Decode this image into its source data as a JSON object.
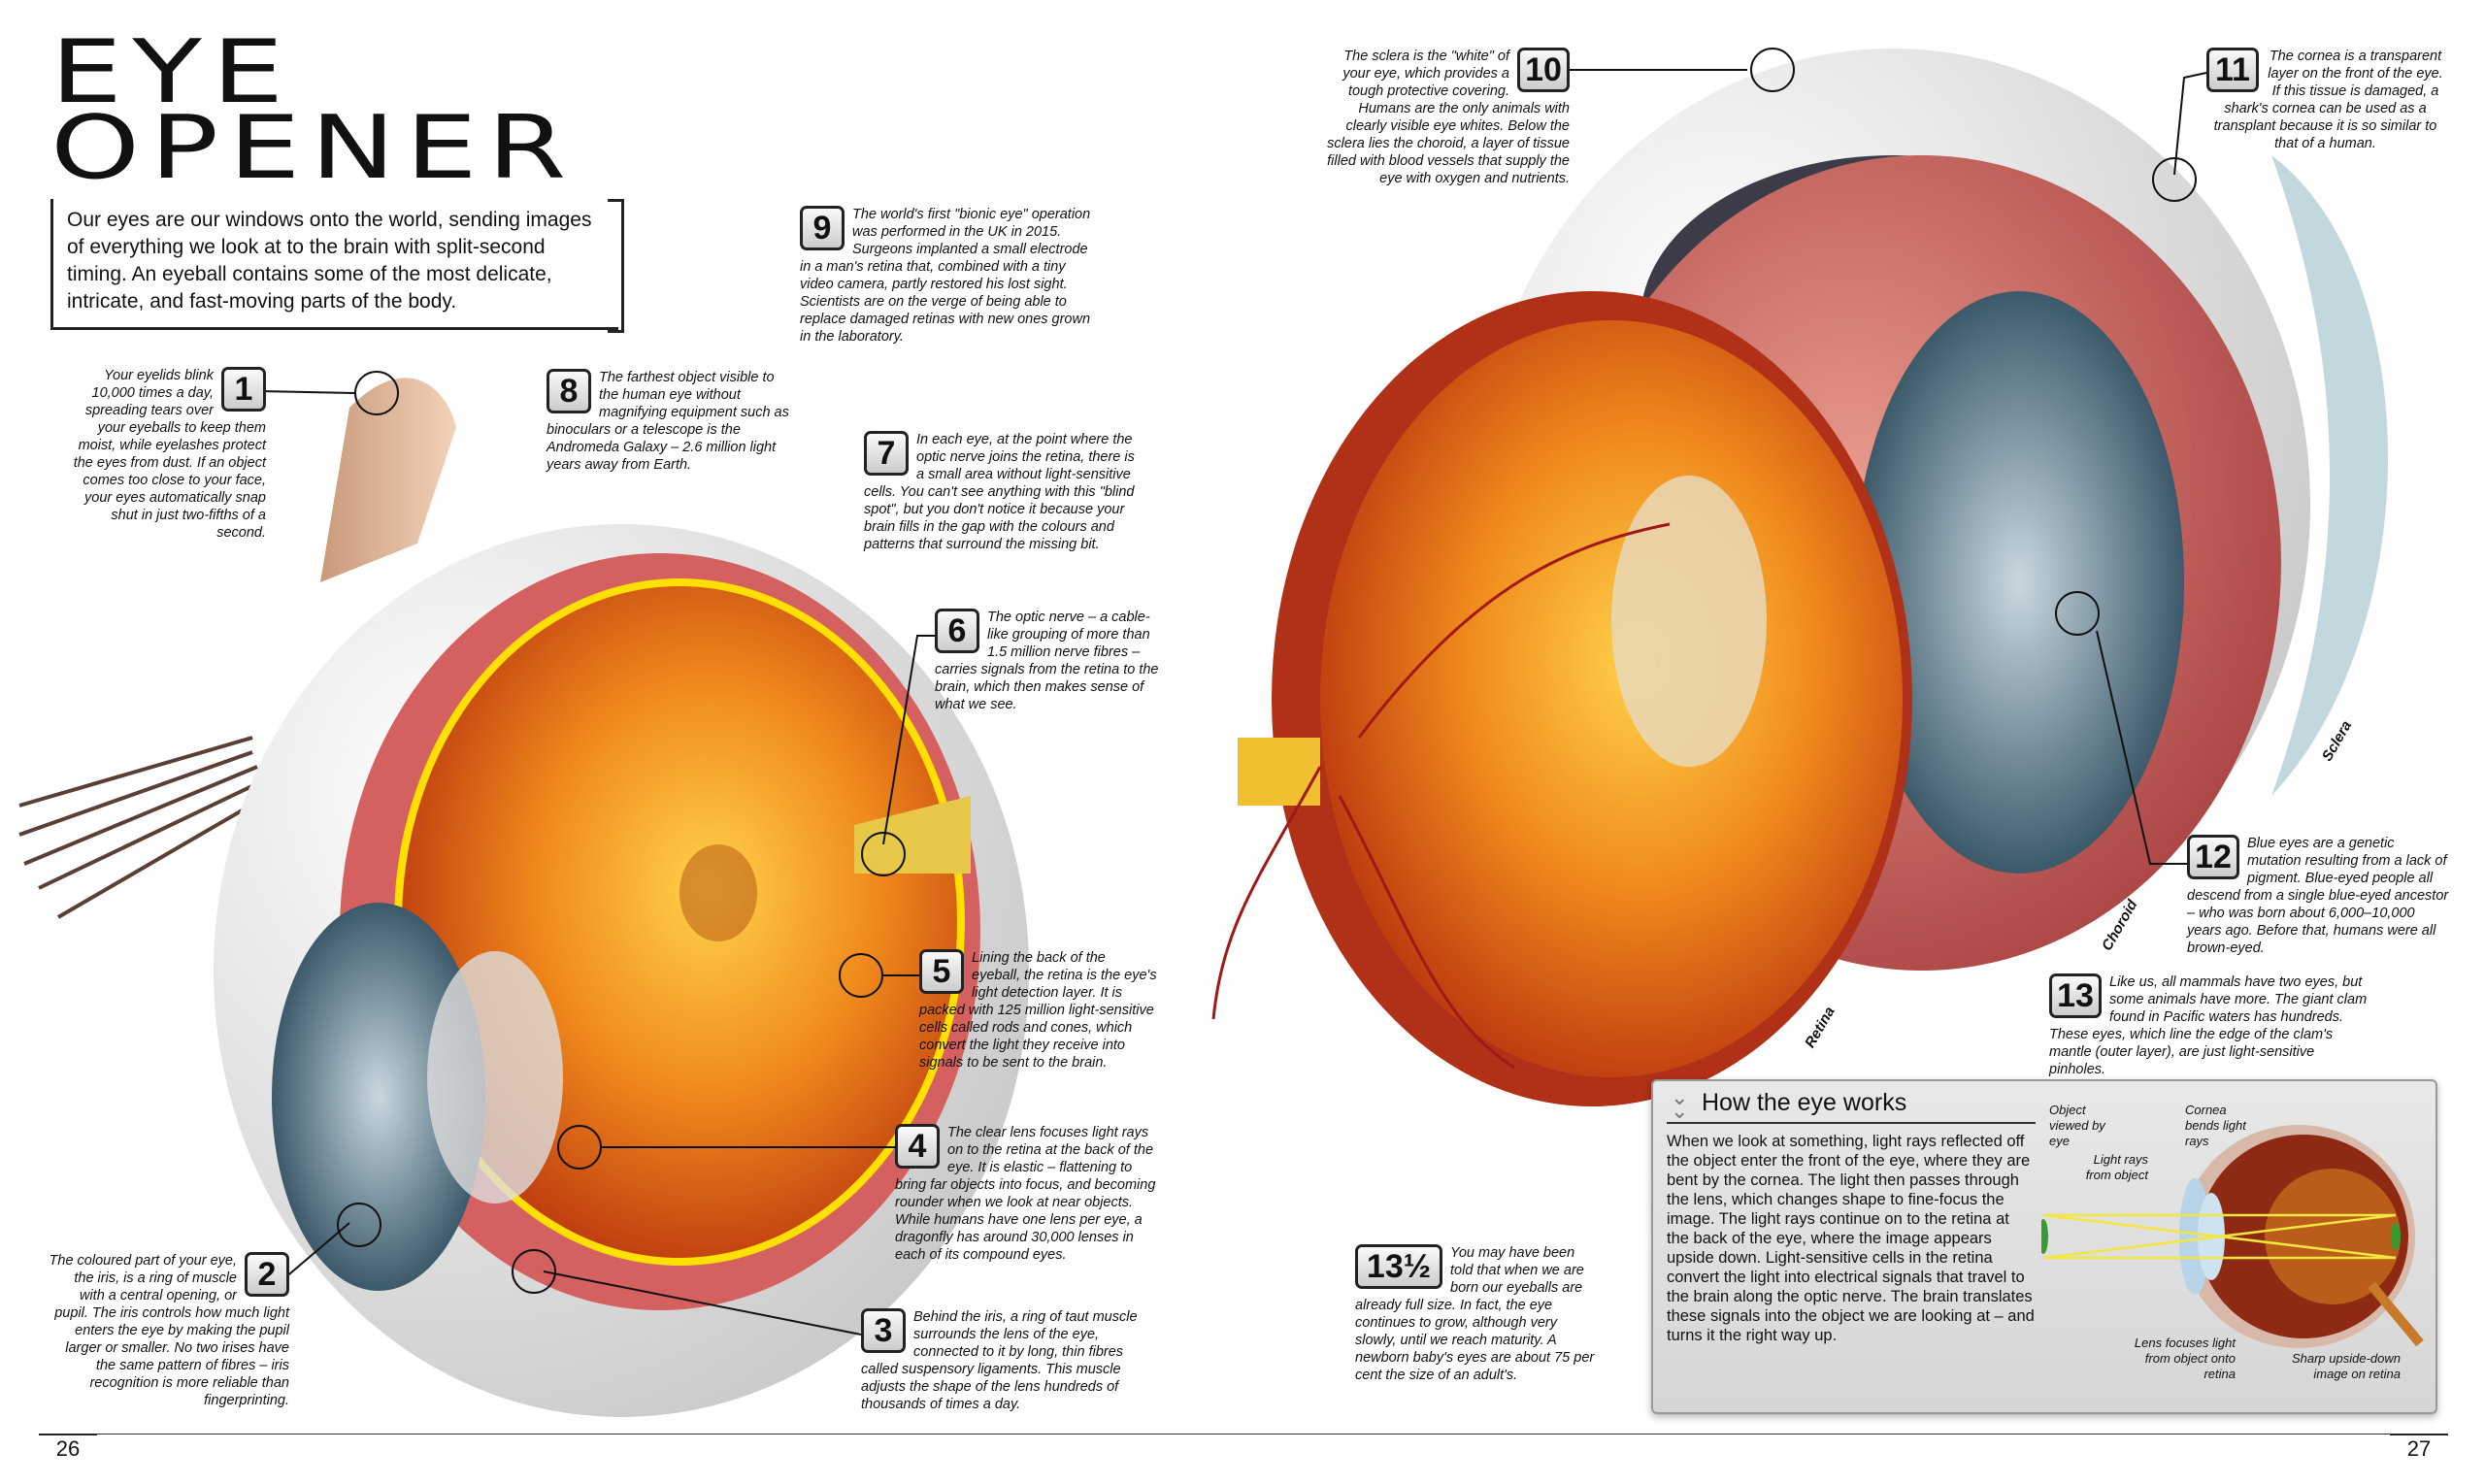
{
  "title": {
    "line1": "EYE",
    "line2": "OPENER"
  },
  "intro": "Our eyes are our windows onto the world, sending images of everything we look at to the brain with split-second timing. An eyeball contains some of the most delicate, intricate, and fast-moving parts of the body.",
  "facts": {
    "f1": {
      "num": "1",
      "text": "Your eyelids blink 10,000 times a day, spreading tears over your eyeballs to keep them moist, while eyelashes protect the eyes from dust. If an object comes too close to your face, your eyes automatically snap shut in just two-fifths of a second."
    },
    "f2": {
      "num": "2",
      "text": "The coloured part of your eye, the iris, is a ring of muscle with a central opening, or pupil. The iris controls how much light enters the eye by making the pupil larger or smaller. No two irises have the same pattern of fibres – iris recognition is more reliable than fingerprinting."
    },
    "f3": {
      "num": "3",
      "text": "Behind the iris, a ring of taut muscle surrounds the lens of the eye, connected to it by long, thin fibres called suspensory ligaments. This muscle adjusts the shape of the lens hundreds of thousands of times a day."
    },
    "f4": {
      "num": "4",
      "text": "The clear lens focuses light rays on to the retina at the back of the eye. It is elastic – flattening to bring far objects into focus, and becoming rounder when we look at near objects. While humans have one lens per eye, a dragonfly has around 30,000 lenses in each of its compound eyes."
    },
    "f5": {
      "num": "5",
      "text": "Lining the back of the eyeball, the retina is the eye's light detection layer. It is packed with 125 million light-sensitive cells called rods and cones, which convert the light they receive into signals to be sent to the brain."
    },
    "f6": {
      "num": "6",
      "text": "The optic nerve – a cable-like grouping of more than 1.5 million nerve fibres – carries signals from the retina to the brain, which then makes sense of what we see."
    },
    "f7": {
      "num": "7",
      "text": "In each eye, at the point where the optic nerve joins the retina, there is a small area without light-sensitive cells. You can't see anything with this \"blind spot\", but you don't notice it because your brain fills in the gap with the colours and patterns that surround the missing bit."
    },
    "f8": {
      "num": "8",
      "text": "The farthest object visible to the human eye without magnifying equipment such as binoculars or a telescope is the Andromeda Galaxy – 2.6 million light years away from Earth."
    },
    "f9": {
      "num": "9",
      "text": "The world's first \"bionic eye\" operation was performed in the UK in 2015. Surgeons implanted a small electrode in a man's retina that, combined with a tiny video camera, partly restored his lost sight. Scientists are on the verge of being able to replace damaged retinas with new ones grown in the laboratory."
    },
    "f10": {
      "num": "10",
      "text": "The sclera is the \"white\" of your eye, which provides a tough protective covering. Humans are the only animals with clearly visible eye whites. Below the sclera lies the choroid, a layer of tissue filled with blood vessels that supply the eye with oxygen and nutrients."
    },
    "f11": {
      "num": "11",
      "text": "The cornea is a transparent layer on the front of the eye. If this tissue is damaged, a shark's cornea can be used as a transplant because it is so similar to that of a human."
    },
    "f12": {
      "num": "12",
      "text": "Blue eyes are a genetic mutation resulting from a lack of pigment. Blue-eyed people all descend from a single blue-eyed ancestor – who was born about 6,000–10,000 years ago. Before that, humans were all brown-eyed."
    },
    "f13": {
      "num": "13",
      "text": "Like us, all mammals have two eyes, but some animals have more. The giant clam found in Pacific waters has hundreds. These eyes, which line the edge of the clam's mantle (outer layer), are just light-sensitive pinholes."
    },
    "f13h": {
      "num": "13½",
      "text": "You may have been told that when we are born our eyeballs are already full size. In fact, the eye continues to grow, although very slowly, until we reach maturity. A newborn baby's eyes are about 75 per cent the size of an adult's."
    }
  },
  "labels": {
    "retina": "Retina",
    "choroid": "Choroid",
    "sclera": "Sclera"
  },
  "how": {
    "title": "How the eye works",
    "text": "When we look at something, light rays reflected off the object enter the front of the eye, where they are bent by the cornea. The light then passes through the lens, which changes shape to fine-focus the image. The light rays continue on to the retina at the back of the eye, where the image appears upside down. Light-sensitive cells in the retina convert the light into electrical signals that travel to the brain along the optic nerve. The brain translates these signals into the object we are looking at – and turns it the right way up.",
    "d_object": "Object viewed by eye",
    "d_cornea": "Cornea bends light rays",
    "d_rays": "Light rays from object",
    "d_lens": "Lens focuses light from object onto retina",
    "d_image": "Sharp upside-down image on retina"
  },
  "pages": {
    "left": "26",
    "right": "27"
  }
}
